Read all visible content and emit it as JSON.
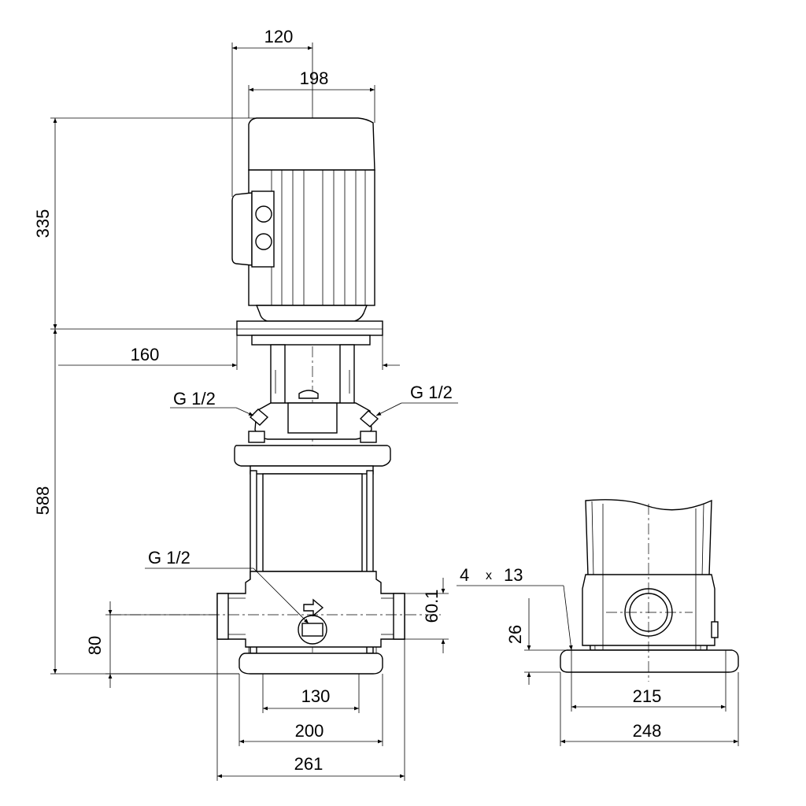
{
  "dimensions": {
    "d120": "120",
    "d198": "198",
    "d335": "335",
    "d160": "160",
    "d588": "588",
    "d80": "80",
    "d60_1": "60.1",
    "d130": "130",
    "d200": "200",
    "d261": "261",
    "d26": "26",
    "d215": "215",
    "d248": "248"
  },
  "ports": {
    "left": "G 1/2",
    "right": "G 1/2",
    "drain": "G 1/2"
  },
  "holes": {
    "count": "4",
    "times": "x",
    "diameter": "13"
  }
}
